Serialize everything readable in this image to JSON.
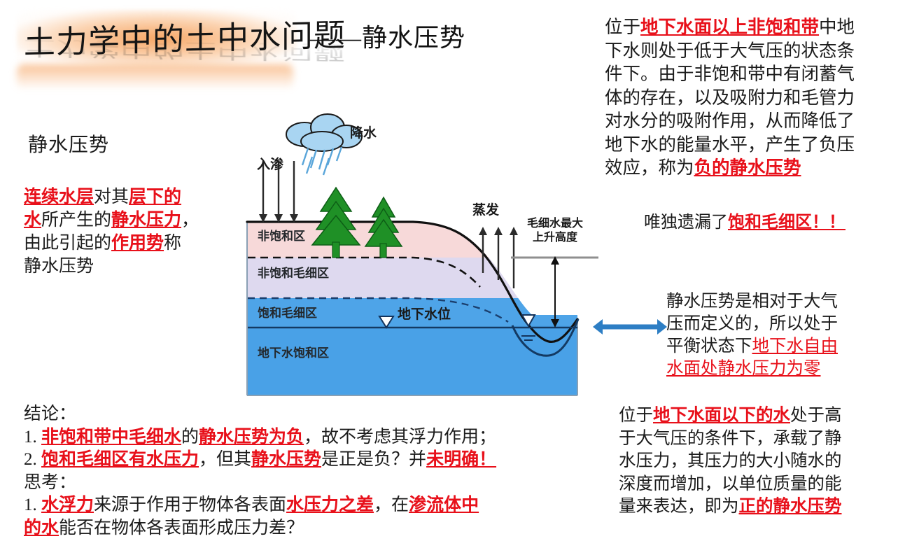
{
  "title": {
    "main": "土力学中的土中水问题",
    "subtitle": "——静水压势"
  },
  "left": {
    "heading": "静水压势",
    "paragraph_lines": [
      [
        {
          "t": "连续水层",
          "s": "rb"
        },
        {
          "t": "对其",
          "s": ""
        },
        {
          "t": "层下的",
          "s": "rb"
        }
      ],
      [
        {
          "t": "水",
          "s": "rb"
        },
        {
          "t": "所产生的",
          "s": ""
        },
        {
          "t": "静水压力",
          "s": "rb"
        },
        {
          "t": "，",
          "s": ""
        }
      ],
      [
        {
          "t": "由此引起的",
          "s": ""
        },
        {
          "t": "作用势",
          "s": "rb"
        },
        {
          "t": "称",
          "s": ""
        }
      ],
      [
        {
          "t": "静水压势",
          "s": ""
        }
      ]
    ]
  },
  "right_top": {
    "lines": [
      [
        {
          "t": "位于",
          "s": ""
        },
        {
          "t": "地下水面以上非饱和带",
          "s": "rb"
        },
        {
          "t": "中地",
          "s": ""
        }
      ],
      [
        {
          "t": "下水则处于低于大气压的状态条",
          "s": ""
        }
      ],
      [
        {
          "t": "件下。由于非饱和带中有闭蓄气",
          "s": ""
        }
      ],
      [
        {
          "t": "体的存在，以及吸附力和毛管力",
          "s": ""
        }
      ],
      [
        {
          "t": "对水分的吸附作用，从而降低了",
          "s": ""
        }
      ],
      [
        {
          "t": "地下水的能量水平，产生了负压",
          "s": ""
        }
      ],
      [
        {
          "t": "效应，称为",
          "s": ""
        },
        {
          "t": "负的静水压势",
          "s": "rb"
        }
      ]
    ]
  },
  "missing_note": {
    "lines": [
      [
        {
          "t": "唯独遗漏了",
          "s": ""
        },
        {
          "t": "饱和毛细区！！",
          "s": "rb"
        }
      ]
    ]
  },
  "right_mid": {
    "lines": [
      [
        {
          "t": "静水压势是相对于大气",
          "s": ""
        }
      ],
      [
        {
          "t": "压而定义的，所以处于",
          "s": ""
        }
      ],
      [
        {
          "t": "平衡状态下",
          "s": ""
        },
        {
          "t": "地下水自由",
          "s": "r"
        }
      ],
      [
        {
          "t": "水面处静水压力为零",
          "s": "r"
        }
      ]
    ]
  },
  "right_bottom": {
    "lines": [
      [
        {
          "t": "位于",
          "s": ""
        },
        {
          "t": "地下水面以下的水",
          "s": "rb"
        },
        {
          "t": "处于高",
          "s": ""
        }
      ],
      [
        {
          "t": "于大气压的条件下，承载了静",
          "s": ""
        }
      ],
      [
        {
          "t": "水压力，其压力的大小随水的",
          "s": ""
        }
      ],
      [
        {
          "t": "深度而增加，以单位质量的能",
          "s": ""
        }
      ],
      [
        {
          "t": "量来表达，即为",
          "s": ""
        },
        {
          "t": "正的静水压势",
          "s": "rb"
        }
      ]
    ]
  },
  "conclusion": {
    "lines": [
      [
        {
          "t": "结论：",
          "s": ""
        }
      ],
      [
        {
          "t": "1. ",
          "s": ""
        },
        {
          "t": "非饱和带中毛细水",
          "s": "rb"
        },
        {
          "t": "的",
          "s": ""
        },
        {
          "t": "静水压势为负",
          "s": "rb"
        },
        {
          "t": "，故不考虑其浮力作用；",
          "s": ""
        }
      ],
      [
        {
          "t": "2. ",
          "s": ""
        },
        {
          "t": "饱和毛细区有水压力",
          "s": "rb"
        },
        {
          "t": "，但其",
          "s": ""
        },
        {
          "t": "静水压势",
          "s": "rb"
        },
        {
          "t": "是正是负？并",
          "s": ""
        },
        {
          "t": "未明确！",
          "s": "rb"
        }
      ],
      [
        {
          "t": "思考：",
          "s": ""
        }
      ],
      [
        {
          "t": "1. ",
          "s": ""
        },
        {
          "t": "水浮力",
          "s": "rb"
        },
        {
          "t": "来源于作用于物体各表面",
          "s": ""
        },
        {
          "t": "水压力之差",
          "s": "rb"
        },
        {
          "t": "，在",
          "s": ""
        },
        {
          "t": "渗流体中",
          "s": "rb"
        }
      ],
      [
        {
          "t": "的水",
          "s": "rb"
        },
        {
          "t": "能否在物体各表面形成压力差？",
          "s": ""
        }
      ]
    ]
  },
  "diagram": {
    "labels": {
      "precipitation": "降水",
      "infiltration": "入渗",
      "evaporation": "蒸发",
      "capillary_rise": [
        "毛细水最大",
        "上升高度"
      ],
      "water_table": "地下水位"
    },
    "zones": [
      "非饱和区",
      "非饱和毛细区",
      "饱和毛细区",
      "地下水饱和区"
    ],
    "colors": {
      "unsaturated": "#f7d9d9",
      "unsaturated_capillary": "#ddd9ef",
      "saturated_capillary": "#4ea4e8",
      "groundwater": "#49a1e7",
      "cloud": "#a9d5f2",
      "tree": "#1f9026",
      "arrow_blue": "#2d7ec4",
      "accent_red": "#e8101a"
    }
  }
}
